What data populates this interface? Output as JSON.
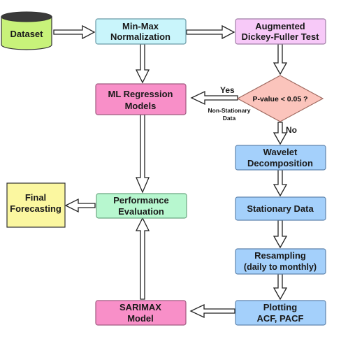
{
  "nodes": {
    "dataset": {
      "label": "Dataset",
      "color": "#c8f27a"
    },
    "minmax": {
      "line1": "Min-Max",
      "line2": "Normalization",
      "color": "#c9f5fb"
    },
    "adf": {
      "line1": "Augmented",
      "line2": "Dickey-Fuller Test",
      "color": "#f7c9f8"
    },
    "ml": {
      "line1": "ML Regression",
      "line2": "Models",
      "color": "#f88fc8"
    },
    "decision": {
      "label": "P-value < 0.05 ?",
      "color": "#fbc4bc"
    },
    "wavelet": {
      "line1": "Wavelet",
      "line2": "Decomposition",
      "color": "#a4d0fb"
    },
    "final": {
      "line1": "Final",
      "line2": "Forecasting",
      "color": "#fbf7a0"
    },
    "perf": {
      "line1": "Performance",
      "line2": "Evaluation",
      "color": "#b7f7cf"
    },
    "stationary": {
      "label": "Stationary Data",
      "color": "#a4d0fb"
    },
    "resampling": {
      "line1": "Resampling",
      "line2": "(daily to monthly)",
      "color": "#a4d0fb"
    },
    "sarimax": {
      "line1": "SARIMAX",
      "line2": "Model",
      "color": "#f88fc8"
    },
    "plotting": {
      "line1": "Plotting",
      "line2": "ACF, PACF",
      "color": "#a4d0fb"
    }
  },
  "edge_labels": {
    "yes": "Yes",
    "no": "No",
    "nonstat_line1": "Non-Stationary",
    "nonstat_line2": "Data"
  }
}
